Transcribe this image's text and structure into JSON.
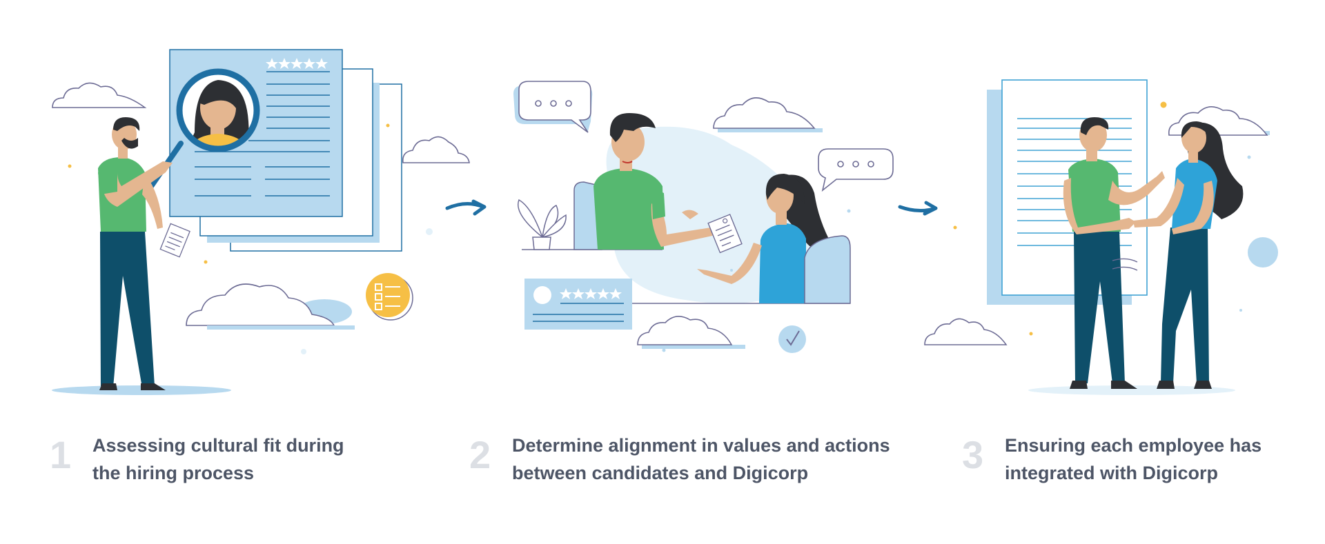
{
  "colors": {
    "light_blue": "#b7d9ef",
    "pale_blue": "#e3f1f9",
    "mid_blue": "#1f6fa3",
    "line_blue": "#3ea2d4",
    "green": "#56b870",
    "dark_teal": "#0e4f6a",
    "skin": "#e4b690",
    "hair": "#2d2f33",
    "yellow": "#f6bf45",
    "shirt_blue": "#2ea3d8",
    "outline": "#6c6b94",
    "text": "#4d5566",
    "num": "#dcdfe4"
  },
  "icons": {
    "magnifier": "magnifier-icon",
    "stars": "five-star-rating-icon",
    "checklist": "checklist-icon",
    "chat": "chat-bubble-icon",
    "arrow": "arrow-right-icon",
    "check": "check-circle-icon"
  },
  "steps": [
    {
      "number": "1",
      "line1": "Assessing cultural fit during",
      "line2": "the hiring process"
    },
    {
      "number": "2",
      "line1": "Determine alignment in values and actions",
      "line2": "between candidates and Digicorp"
    },
    {
      "number": "3",
      "line1": "Ensuring each employee has",
      "line2": "integrated with Digicorp"
    }
  ]
}
